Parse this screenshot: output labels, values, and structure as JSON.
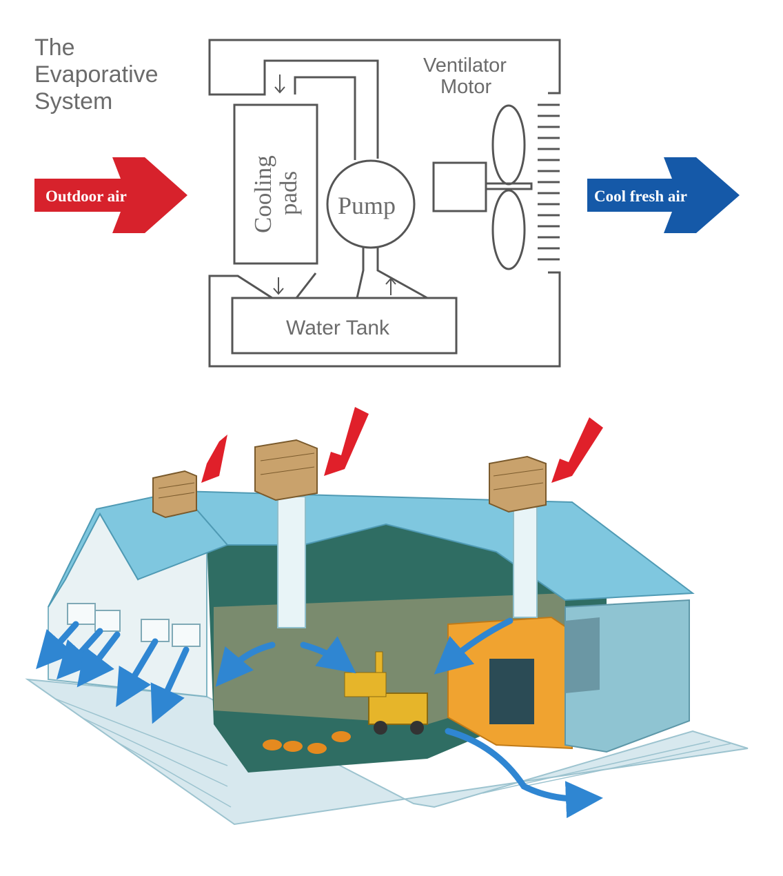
{
  "title_lines": [
    "The",
    "Evaporative",
    "System"
  ],
  "labels": {
    "cooling_pads_line1": "Cooling",
    "cooling_pads_line2": "pads",
    "pump": "Pump",
    "ventilator_line1": "Ventilator",
    "ventilator_line2": "Motor",
    "water_tank": "Water Tank"
  },
  "arrows": {
    "input": "Outdoor air",
    "output": "Cool fresh air"
  },
  "colors": {
    "input_arrow": "#d7222c",
    "output_arrow": "#1559a8",
    "roof": "#7fc7df",
    "wall": "#b4dbe4",
    "interior": "#2f6d63",
    "cooler": "#c9a26c",
    "orange_wall": "#f0a330",
    "air_flow": "#2f86d2"
  },
  "icons": [
    "cooler-unit-icon",
    "down-arrow-icon",
    "up-arrow-icon",
    "fan-icon",
    "forklift-icon"
  ]
}
